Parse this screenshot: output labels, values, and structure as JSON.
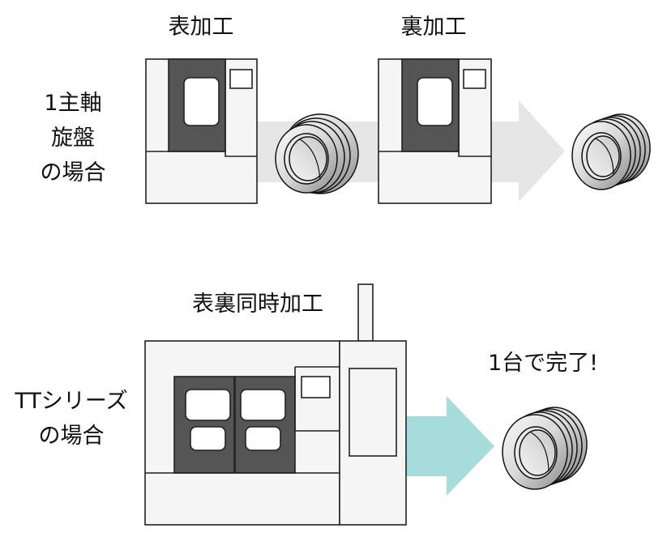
{
  "top_row": {
    "side_label_lines": [
      "1主軸",
      "旋盤",
      "の場合"
    ],
    "step1_label": "表加工",
    "step2_label": "裏加工"
  },
  "bottom_row": {
    "side_label_lines": [
      "TTシリーズ",
      "の場合"
    ],
    "machine_label": "表裏同時加工",
    "result_label": "1台で完了!"
  },
  "colors": {
    "machine_body": "#f5f5f5",
    "machine_door": "#555555",
    "outline": "#222222",
    "gray_arrow": "#e6e6e6",
    "teal_arrow": "#a6dcdc"
  },
  "icons": [
    "lathe-machine-icon",
    "workpiece-ring-icon",
    "arrow-right-icon",
    "twin-spindle-machine-icon"
  ]
}
